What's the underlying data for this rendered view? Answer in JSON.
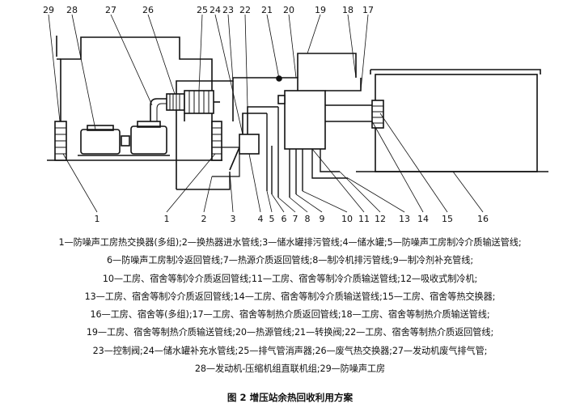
{
  "diagram": {
    "labels_top": [
      "29",
      "28",
      "27",
      "26",
      "25",
      "24",
      "23",
      "22",
      "21",
      "20",
      "19",
      "18",
      "17"
    ],
    "labels_bottom": [
      "1",
      "1",
      "2",
      "3",
      "4",
      "5",
      "6",
      "7",
      "8",
      "9",
      "10",
      "11",
      "12",
      "13",
      "14",
      "15",
      "16"
    ]
  },
  "legend": {
    "lines": [
      "1—防噪声工房热交换器(多组);2—换热器进水管线;3—储水罐排污管线;4—储水罐;5—防噪声工房制冷介质输送管线;",
      "6—防噪声工房制冷返回管线;7—热源介质返回管线;8—制冷机排污管线;9—制冷剂补充管线;",
      "10—工房、宿舍等制冷介质返回管线;11—工房、宿舍等制冷介质输送管线;12—吸收式制冷机;",
      "13—工房、宿舍等制冷介质返回管线;14—工房、宿舍等制冷介质输送管线;15—工房、宿舍等热交换器;",
      "16—工房、宿舍等(多组);17—工房、宿舍等制热介质返回管线;18—工房、宿舍等制热介质输送管线;",
      "19—工房、宿舍等制热介质输送管线;20—热源管线;21—转换阀;22—工房、宿舍等制热介质返回管线;",
      "23—控制阀;24—储水罐补充水管线;25—排气管消声器;26—废气热交换器;27—发动机废气排气管;",
      "28—发动机-压缩机组直联机组;29—防噪声工房"
    ]
  },
  "caption": "图 2   增压站余热回收利用方案"
}
